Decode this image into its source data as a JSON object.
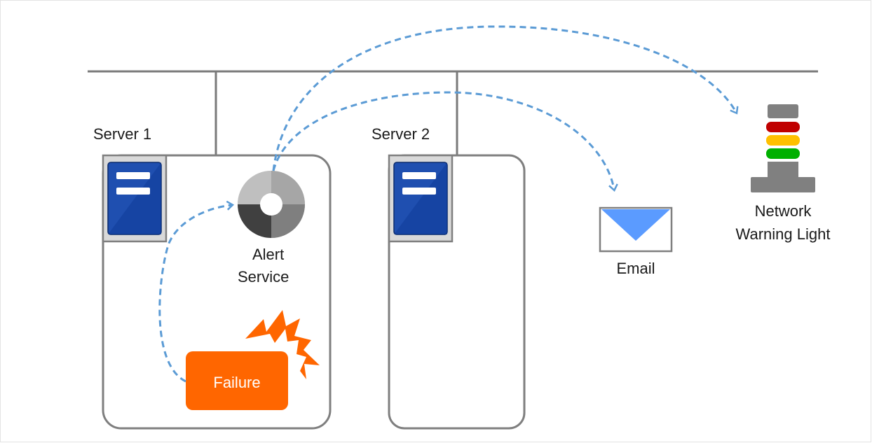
{
  "diagram": {
    "server1": {
      "label": "Server 1"
    },
    "server2": {
      "label": "Server 2"
    },
    "alert_service": {
      "line1": "Alert",
      "line2": "Service"
    },
    "failure": {
      "label": "Failure"
    },
    "email": {
      "label": "Email"
    },
    "warning_light": {
      "line1": "Network",
      "line2": "Warning Light"
    }
  },
  "colors": {
    "network_line": "#7a7a7a",
    "server_outline": "#7f7f7f",
    "server_icon_blue": "#1f4fb0",
    "arrow_blue": "#5b9bd5",
    "failure_orange": "#ff6600",
    "light_red": "#c00000",
    "light_yellow": "#ffc000",
    "light_green": "#00b000",
    "light_gray": "#808080",
    "email_blue": "#5b9bff"
  }
}
